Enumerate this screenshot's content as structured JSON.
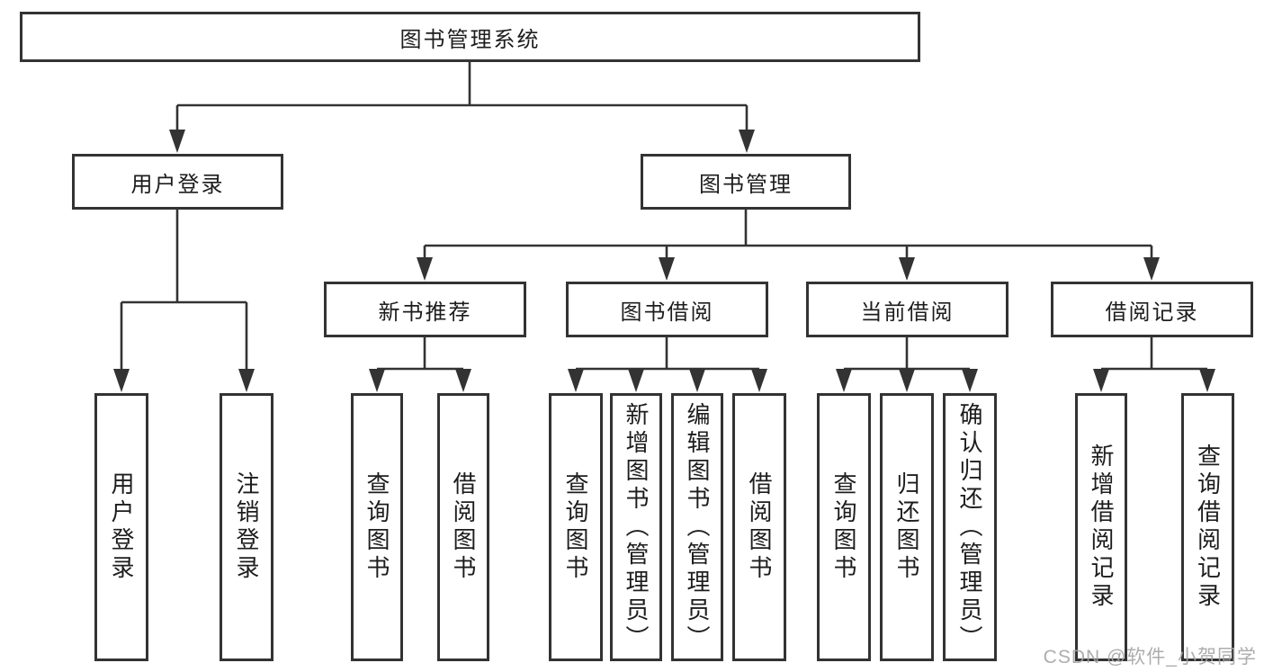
{
  "diagram": {
    "root": {
      "label": "图书管理系统"
    },
    "branches": [
      {
        "label": "用户登录",
        "children": [
          {
            "label": "用户登录"
          },
          {
            "label": "注销登录"
          }
        ]
      },
      {
        "label": "图书管理",
        "children": [
          {
            "label": "新书推荐",
            "children": [
              {
                "label": "查询图书"
              },
              {
                "label": "借阅图书"
              }
            ]
          },
          {
            "label": "图书借阅",
            "children": [
              {
                "label": "查询图书"
              },
              {
                "label": "新增图书（管理员）"
              },
              {
                "label": "编辑图书（管理员）"
              },
              {
                "label": "借阅图书"
              }
            ]
          },
          {
            "label": "当前借阅",
            "children": [
              {
                "label": "查询图书"
              },
              {
                "label": "归还图书"
              },
              {
                "label": "确认归还（管理员）"
              }
            ]
          },
          {
            "label": "借阅记录",
            "children": [
              {
                "label": "新增借阅记录"
              },
              {
                "label": "查询借阅记录"
              }
            ]
          }
        ]
      }
    ]
  },
  "watermark": {
    "text": "CSDN @软件_小贺同学"
  },
  "colors": {
    "line": "#333333",
    "text": "#1d1d1d",
    "background": "#ffffff",
    "watermark": "#a4a4a4"
  }
}
